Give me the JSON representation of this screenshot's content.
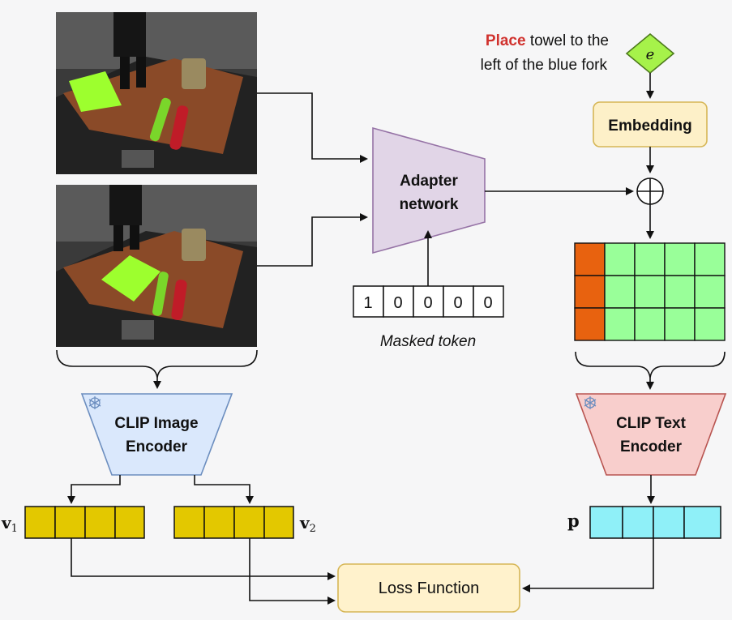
{
  "instruction": {
    "verb": "Place",
    "rest_line1": " towel to the",
    "line2": "left of the blue fork"
  },
  "embedding_symbol": "e",
  "embedding_label": "Embedding",
  "adapter_label": [
    "Adapter",
    "network"
  ],
  "masked_token": {
    "values": [
      "1",
      "0",
      "0",
      "0",
      "0"
    ],
    "caption": "Masked token"
  },
  "clip_image_encoder": [
    "CLIP Image",
    "Encoder"
  ],
  "clip_text_encoder": [
    "CLIP Text",
    "Encoder"
  ],
  "loss_function": "Loss Function",
  "vector_labels": {
    "v1": "v",
    "v1_sub": "1",
    "v2": "v",
    "v2_sub": "2",
    "p": "p"
  },
  "colors": {
    "instruction_verb": "#d0312d",
    "embedding_fill": "#fdf0c8",
    "embedding_stroke": "#d6b656",
    "adapter_fill": "#e1d5e7",
    "adapter_stroke": "#9673a6",
    "image_encoder_fill": "#dae8fc",
    "image_encoder_stroke": "#6c8ebf",
    "text_encoder_fill": "#f8cecc",
    "text_encoder_stroke": "#b85450",
    "image_vector_fill": "#e3c800",
    "text_vector_fill": "#8ff0f8",
    "grid_green": "#99ff99",
    "grid_orange": "#e8620f",
    "diamond_fill": "#a6f24a",
    "loss_fill": "#fff2cc"
  }
}
